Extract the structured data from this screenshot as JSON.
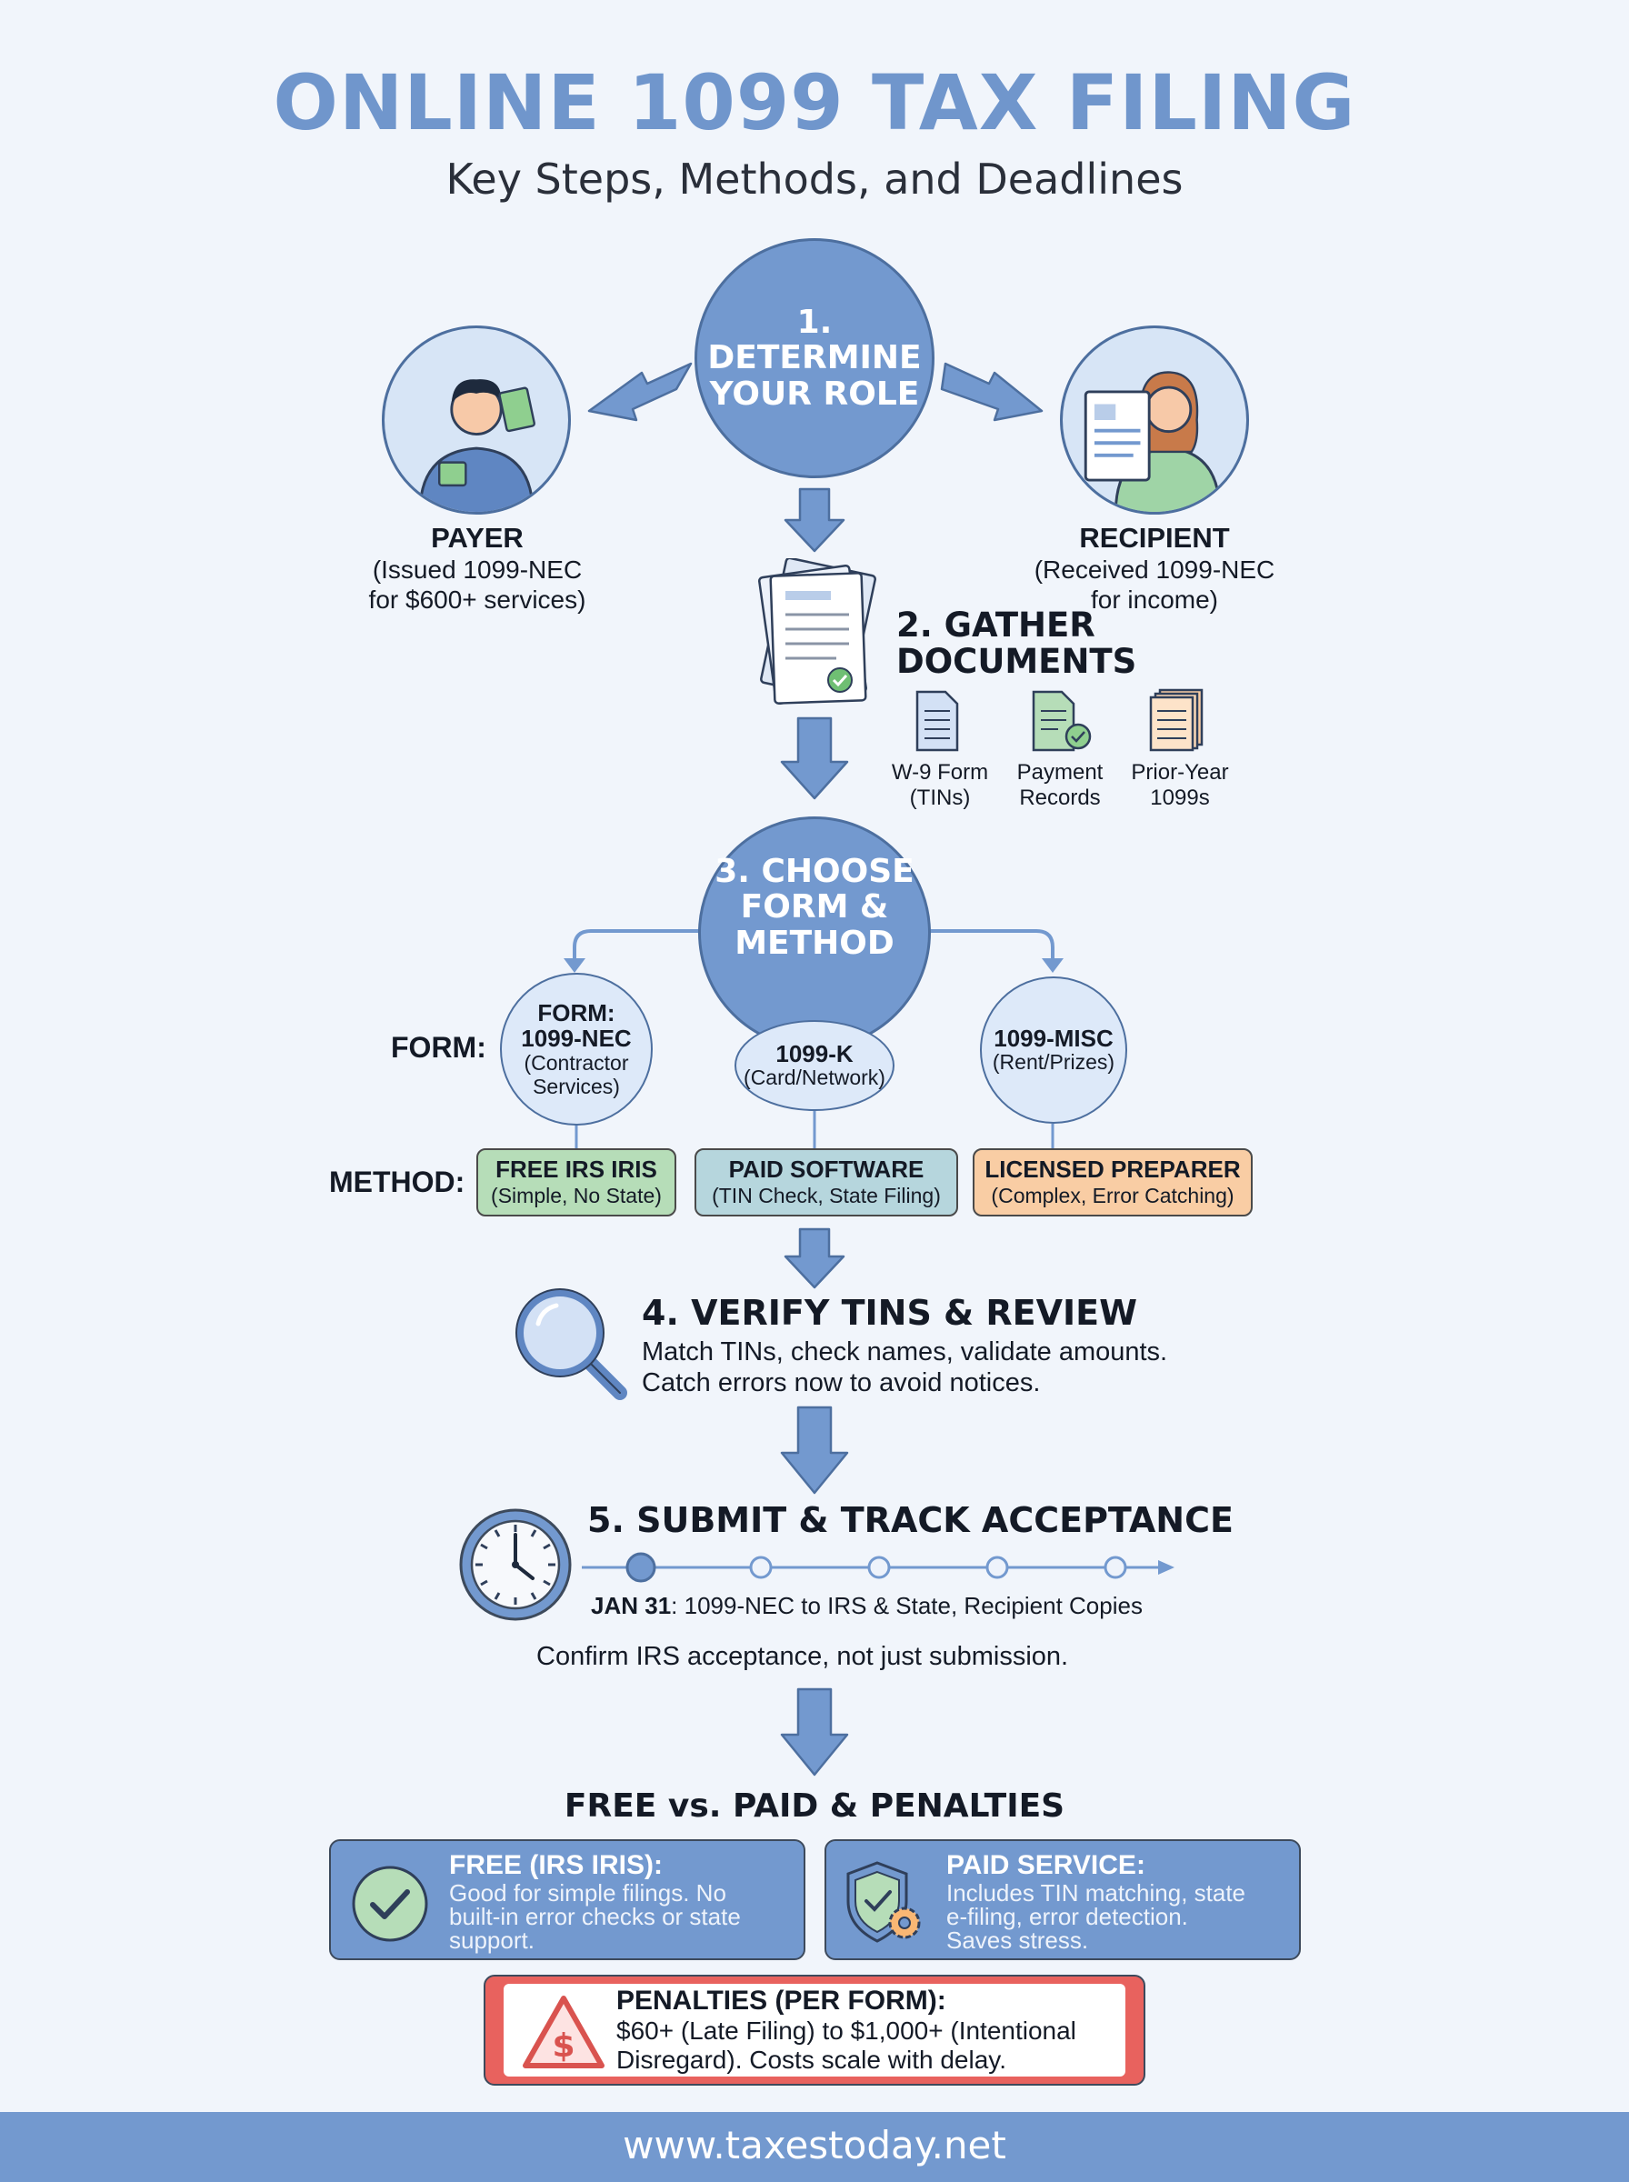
{
  "header": {
    "title": "ONLINE 1099 TAX FILING",
    "subtitle": "Key Steps, Methods, and Deadlines"
  },
  "step1": {
    "number": "1.",
    "title_line1": "DETERMINE",
    "title_line2": "YOUR ROLE",
    "payer": {
      "label": "PAYER",
      "desc_line1": "(Issued 1099-NEC",
      "desc_line2": "for $600+ services)"
    },
    "recipient": {
      "label": "RECIPIENT",
      "desc_line1": "(Received 1099-NEC",
      "desc_line2": "for income)"
    }
  },
  "step2": {
    "title_line1": "2. GATHER",
    "title_line2": "DOCUMENTS",
    "documents": [
      {
        "line1": "W-9 Form",
        "line2": "(TINs)",
        "icon": "w9-document-icon"
      },
      {
        "line1": "Payment",
        "line2": "Records",
        "icon": "payment-records-icon"
      },
      {
        "line1": "Prior-Year",
        "line2": "1099s",
        "icon": "prior-year-forms-icon"
      }
    ]
  },
  "step3": {
    "title_line1": "3. CHOOSE",
    "title_line2": "FORM &",
    "title_line3": "METHOD",
    "form_label": "FORM:",
    "method_label": "METHOD:",
    "forms": [
      {
        "line1": "FORM:",
        "line2": "1099-NEC",
        "line3": "(Contractor",
        "line4": "Services)"
      },
      {
        "line1": "1099-K",
        "line2": "(Card/Network)"
      },
      {
        "line1": "1099-MISC",
        "line2": "(Rent/Prizes)"
      }
    ],
    "methods": [
      {
        "title": "FREE IRS IRIS",
        "desc": "(Simple, No State)",
        "color": "#b6ddb8"
      },
      {
        "title": "PAID SOFTWARE",
        "desc": "(TIN Check, State Filing)",
        "color": "#b6d6dd"
      },
      {
        "title": "LICENSED PREPARER",
        "desc": "(Complex, Error Catching)",
        "color": "#f9cda4"
      }
    ]
  },
  "step4": {
    "title": "4. VERIFY TINS & REVIEW",
    "line1": "Match TINs, check names, validate amounts.",
    "line2": "Catch errors now to avoid notices."
  },
  "step5": {
    "title": "5. SUBMIT & TRACK ACCEPTANCE",
    "deadline_date": "JAN 31",
    "deadline_text": ": 1099-NEC to IRS & State, Recipient Copies",
    "note": "Confirm IRS acceptance, not just submission."
  },
  "comparison": {
    "title": "FREE vs. PAID & PENALTIES",
    "free": {
      "title": "FREE (IRS IRIS):",
      "line1": "Good for simple filings. No",
      "line2": "built-in error checks or state",
      "line3": "support."
    },
    "paid": {
      "title": "PAID SERVICE:",
      "line1": "Includes TIN matching, state",
      "line2": "e-filing, error detection.",
      "line3": "Saves stress."
    },
    "penalties": {
      "title": "PENALTIES (PER FORM):",
      "line1": "$60+ (Late Filing) to $1,000+ (Intentional",
      "line2": "Disregard). Costs scale with delay."
    }
  },
  "footer": {
    "url": "www.taxestoday.net"
  },
  "colors": {
    "primary": "#7399cf",
    "title": "#7096cc",
    "background": "#f1f5fb",
    "penalty_border": "#d9534f"
  }
}
